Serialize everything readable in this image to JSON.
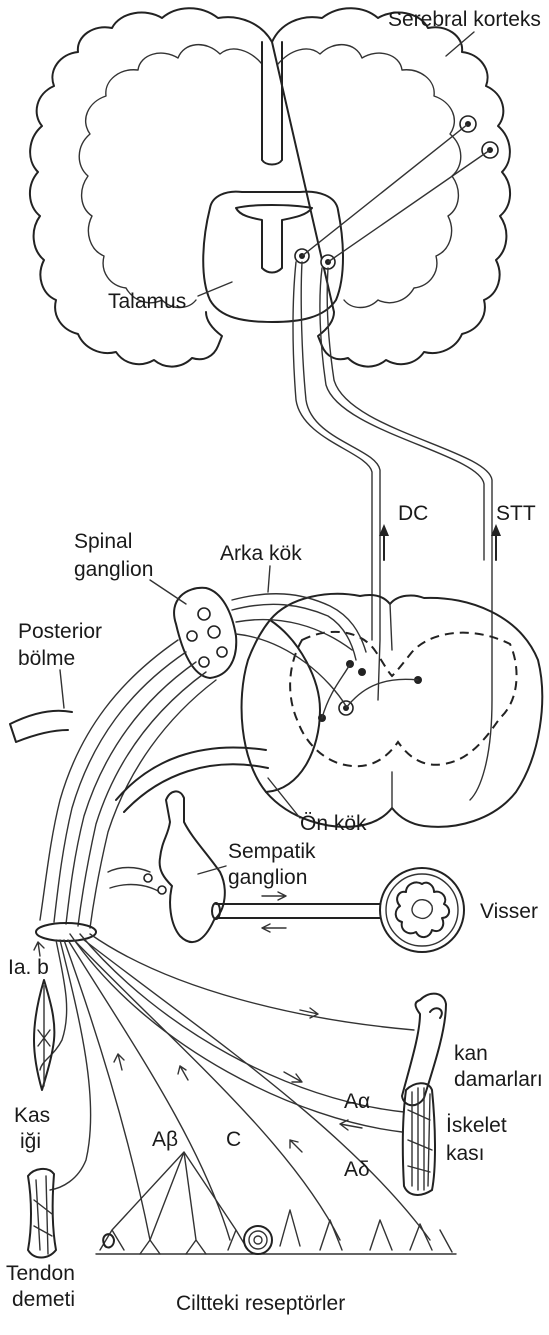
{
  "labels": {
    "cortex": "Serebral korteks",
    "thalamus": "Talamus",
    "dc": "DC",
    "stt": "STT",
    "spinal_ganglion_1": "Spinal",
    "spinal_ganglion_2": "ganglion",
    "dorsal_root": "Arka kök",
    "posterior_1": "Posterior",
    "posterior_2": "bölme",
    "ventral_root": "Ön kök",
    "sympathetic_1": "Sempatik",
    "sympathetic_2": "ganglion",
    "viscera": "Visser",
    "ia_b": "Ia. b",
    "vessels_1": "kan",
    "vessels_2": "damarları",
    "muscle_spindle_1": "Kas",
    "muscle_spindle_2": "iği",
    "a_alpha": "Aα",
    "a_beta": "Aβ",
    "c_fiber": "C",
    "a_delta": "Aδ",
    "skeletal_1": "İskelet",
    "skeletal_2": "kası",
    "tendon_1": "Tendon",
    "tendon_2": "demeti",
    "skin_receptors": "Ciltteki reseptörler"
  }
}
